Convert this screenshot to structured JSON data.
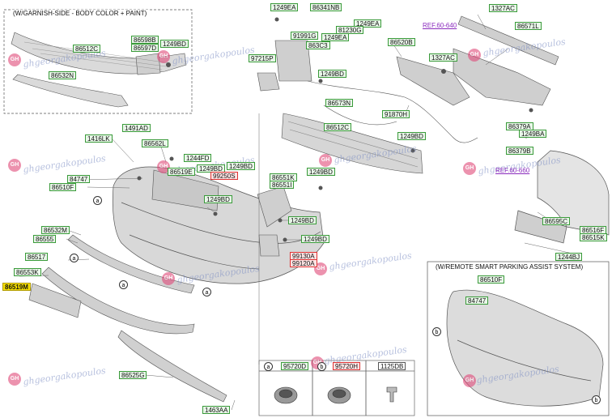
{
  "boxes": {
    "garnish_title": "(W/GARNISH-SIDE - BODY COLOR + PAINT)",
    "rspa_title": "(W/REMOTE SMART PARKING ASSIST SYSTEM)"
  },
  "refs": {
    "ref1": "REF.60-640",
    "ref2": "REF.60-660"
  },
  "parts": {
    "p86512C_a": "86512C",
    "p86598B": "86598B",
    "p86597D": "86597D",
    "p1249BD_a": "1249BD",
    "p86532N": "86532N",
    "p1249EA_a": "1249EA",
    "p86341NB": "86341NB",
    "p91991G": "91991G",
    "p1249EA_b": "1249EA",
    "p1249EA_c": "1249EA",
    "p81230G": "81230G",
    "p863C3": "863C3",
    "p97215P": "97215P",
    "p86520B": "86520B",
    "p1327AC_a": "1327AC",
    "p86571L": "86571L",
    "p1327AC_b": "1327AC",
    "p1249BD_b": "1249BD",
    "p86573N": "86573N",
    "p91870H": "91870H",
    "p86512C_b": "86512C",
    "p1249BD_c": "1249BD",
    "p86379A": "86379A",
    "p1249BA": "1249BA",
    "p86379B": "86379B",
    "p1491AD": "1491AD",
    "p1416LK": "1416LK",
    "p86562L": "86562L",
    "p1244FD": "1244FD",
    "p86519E": "86519E",
    "p1249BD_d": "1249BD",
    "p1249BD_e": "1249BD",
    "p99250S": "99250S",
    "p84747_a": "84747",
    "p86510F_a": "86510F",
    "p1249BD_f": "1249BD",
    "p86551K": "86551K",
    "p86551I": "86551I",
    "p1249BD_g": "1249BD",
    "p1249BD_h": "1249BD",
    "p1249BD_i": "1249BD",
    "p86595C": "86595C",
    "p86516F": "86516F",
    "p86515K": "86515K",
    "p86532M": "86532M",
    "p86555": "86555",
    "p86517": "86517",
    "p86553K": "86553K",
    "p86519M": "86519M",
    "p99130A": "99130A",
    "p99120A": "99120A",
    "p1244BJ": "1244BJ",
    "p86510F_b": "86510F",
    "p84747_b": "84747",
    "p86525G": "86525G",
    "p1463AA": "1463AA",
    "p95720D": "95720D",
    "p95720H": "95720H",
    "p1125DB": "1125DB"
  },
  "markers": {
    "a": "a",
    "b": "b"
  },
  "watermark": {
    "text": "ghgeorgakopoulos",
    "logo": "GH"
  }
}
